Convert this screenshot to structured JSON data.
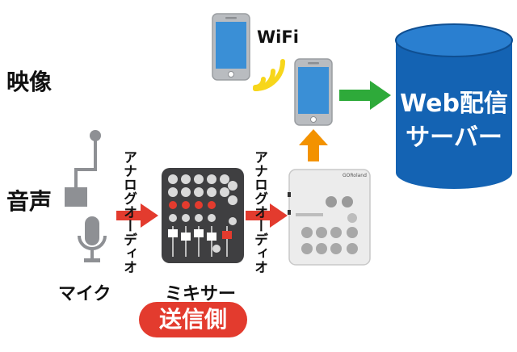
{
  "labels": {
    "video": "映像",
    "audio": "音声",
    "wifi": "WiFi",
    "mic": "マイク",
    "mixer": "ミキサー",
    "analog_1": "アナログオーディオ",
    "analog_2": "アナログオーディオ",
    "server_line1": "Web配信",
    "server_line2": "サーバー",
    "side": "送信側",
    "device_brand": "GORoland"
  },
  "colors": {
    "server_blue": "#1463b3",
    "arrow_red": "#e33b2e",
    "arrow_green": "#2eaa3a",
    "arrow_orange": "#f39200",
    "wifi_yellow": "#f7d61b",
    "phone_blue": "#3a8fd6",
    "phone_gray": "#b9bcc0",
    "mixer_dark": "#3f3f41"
  }
}
